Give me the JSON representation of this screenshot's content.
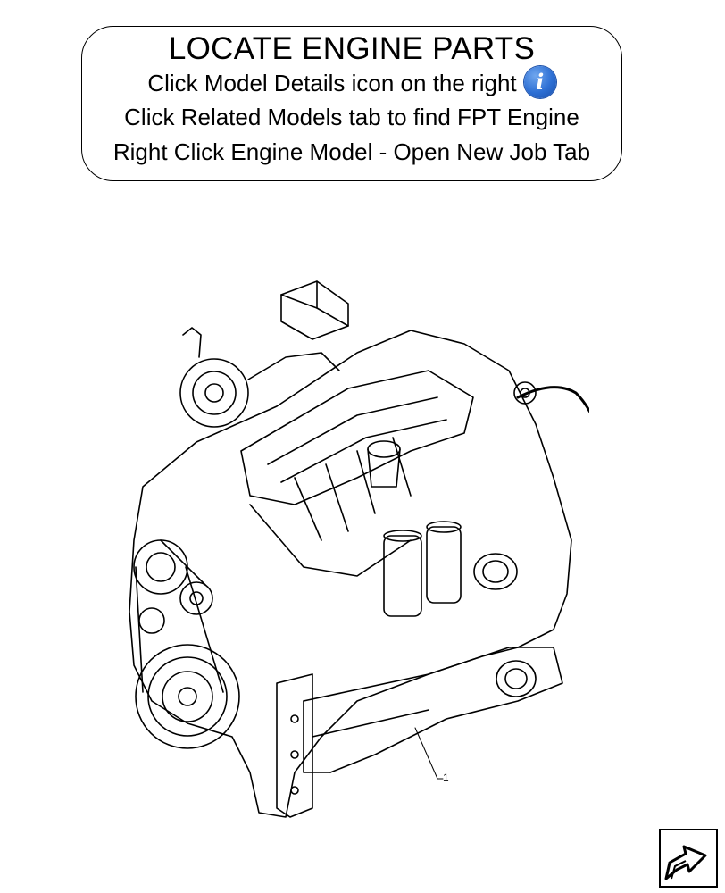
{
  "instructions": {
    "title": "LOCATE ENGINE PARTS",
    "line1": "Click Model Details icon on the right",
    "info_icon_glyph": "i",
    "line2": "Click Related Models tab to find FPT Engine",
    "line3": "Right Click Engine Model - Open New Job Tab"
  },
  "diagram": {
    "illustration": "engine-line-drawing",
    "callout_label": "1"
  },
  "navigation": {
    "icon": "return-arrow-icon"
  },
  "colors": {
    "info_icon": "#2d6fd4",
    "line": "#000000",
    "background": "#ffffff"
  }
}
